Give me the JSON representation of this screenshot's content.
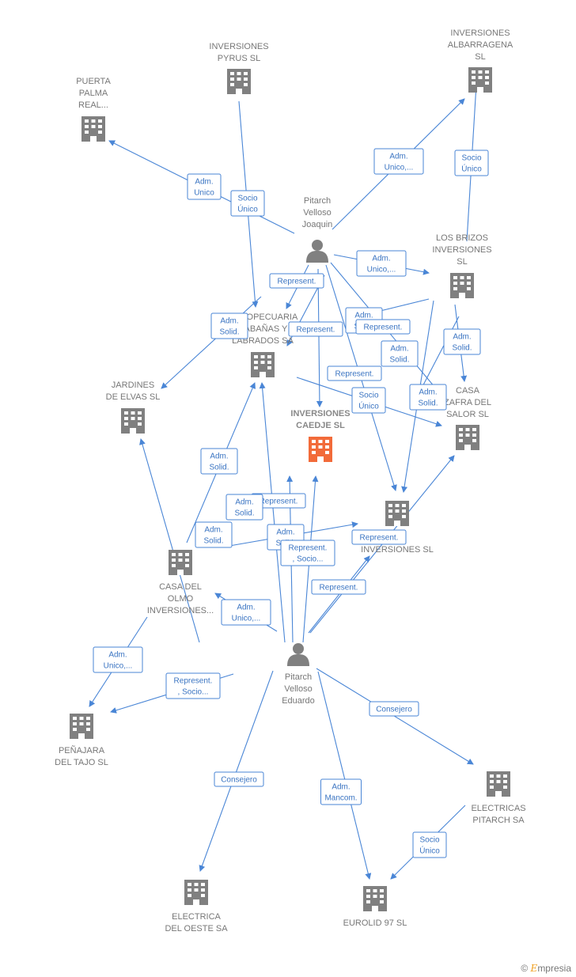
{
  "nodes": [
    {
      "id": "pyrus",
      "kind": "company",
      "lines": [
        "INVERSIONES",
        "PYRUS  SL"
      ]
    },
    {
      "id": "albarragena",
      "kind": "company",
      "lines": [
        "INVERSIONES",
        "ALBARRAGENA",
        "SL"
      ]
    },
    {
      "id": "puerta",
      "kind": "company",
      "lines": [
        "PUERTA",
        "PALMA",
        "REAL..."
      ]
    },
    {
      "id": "joaquin",
      "kind": "person",
      "lines": [
        "Pitarch",
        "Velloso",
        "Joaquin"
      ]
    },
    {
      "id": "brizos",
      "kind": "company",
      "lines": [
        "LOS BRIZOS",
        "INVERSIONES",
        "SL"
      ]
    },
    {
      "id": "agro",
      "kind": "company",
      "lines": [
        "AGROPECUARIA",
        "CABAÑAS Y",
        "LABRADOS SA"
      ]
    },
    {
      "id": "jardines",
      "kind": "company",
      "lines": [
        "JARDINES",
        "DE ELVAS  SL"
      ]
    },
    {
      "id": "casa_zafra",
      "kind": "company",
      "lines": [
        "CASA",
        "ZAFRA DEL",
        "SALOR  SL"
      ]
    },
    {
      "id": "caedje",
      "kind": "focus",
      "lines": [
        "INVERSIONES",
        "CAEDJE  SL"
      ]
    },
    {
      "id": "cal",
      "kind": "company",
      "lines": [
        "CAL",
        "INVERSIONES SL"
      ]
    },
    {
      "id": "olmo",
      "kind": "company",
      "lines": [
        "CASA DEL",
        "OLMO",
        "INVERSIONES..."
      ]
    },
    {
      "id": "eduardo",
      "kind": "person",
      "lines": [
        "Pitarch",
        "Velloso",
        "Eduardo"
      ]
    },
    {
      "id": "penajara",
      "kind": "company",
      "lines": [
        "PEÑAJARA",
        "DEL TAJO  SL"
      ]
    },
    {
      "id": "electricas",
      "kind": "company",
      "lines": [
        "ELECTRICAS",
        "PITARCH SA"
      ]
    },
    {
      "id": "oeste",
      "kind": "company",
      "lines": [
        "ELECTRICA",
        "DEL OESTE SA"
      ]
    },
    {
      "id": "eurolid",
      "kind": "company",
      "lines": [
        "EUROLID 97 SL"
      ]
    }
  ],
  "relations": [
    {
      "lines": [
        "Adm.",
        "Unico"
      ]
    },
    {
      "lines": [
        "Socio",
        "Único"
      ]
    },
    {
      "lines": [
        "Adm.",
        "Unico,..."
      ]
    },
    {
      "lines": [
        "Socio",
        "Único"
      ]
    },
    {
      "lines": [
        "Adm.",
        "Unico,..."
      ]
    },
    {
      "lines": [
        "Represent."
      ]
    },
    {
      "lines": [
        "Adm.",
        "Solid."
      ]
    },
    {
      "lines": [
        "Represent."
      ]
    },
    {
      "lines": [
        "Adm.",
        "Solid."
      ]
    },
    {
      "lines": [
        "Represent."
      ]
    },
    {
      "lines": [
        "Adm.",
        "Solid."
      ]
    },
    {
      "lines": [
        "Adm.",
        "Solid."
      ]
    },
    {
      "lines": [
        "Represent."
      ]
    },
    {
      "lines": [
        "Socio",
        "Único"
      ]
    },
    {
      "lines": [
        "Adm.",
        "Solid."
      ]
    },
    {
      "lines": [
        "Adm.",
        "Solid."
      ]
    },
    {
      "lines": [
        "Represent."
      ]
    },
    {
      "lines": [
        "Adm.",
        "Solid."
      ]
    },
    {
      "lines": [
        "Adm.",
        "Solid."
      ]
    },
    {
      "lines": [
        "Adm.",
        "Solid."
      ]
    },
    {
      "lines": [
        "Represent.",
        ", Socio..."
      ]
    },
    {
      "lines": [
        "Represent."
      ]
    },
    {
      "lines": [
        "Represent."
      ]
    },
    {
      "lines": [
        "Adm.",
        "Unico,..."
      ]
    },
    {
      "lines": [
        "Adm.",
        "Unico,..."
      ]
    },
    {
      "lines": [
        "Represent.",
        ", Socio..."
      ]
    },
    {
      "lines": [
        "Consejero"
      ]
    },
    {
      "lines": [
        "Consejero"
      ]
    },
    {
      "lines": [
        "Adm.",
        "Mancom."
      ]
    },
    {
      "lines": [
        "Socio",
        "Único"
      ]
    }
  ],
  "colors": {
    "edge": "#4a86d6",
    "company": "#808080",
    "focus": "#f26b3a",
    "label": "#777777"
  },
  "icons": {
    "company": "building-icon",
    "person": "person-icon"
  },
  "brand": {
    "symbol": "©",
    "name": "mpresia",
    "initial": "E"
  }
}
